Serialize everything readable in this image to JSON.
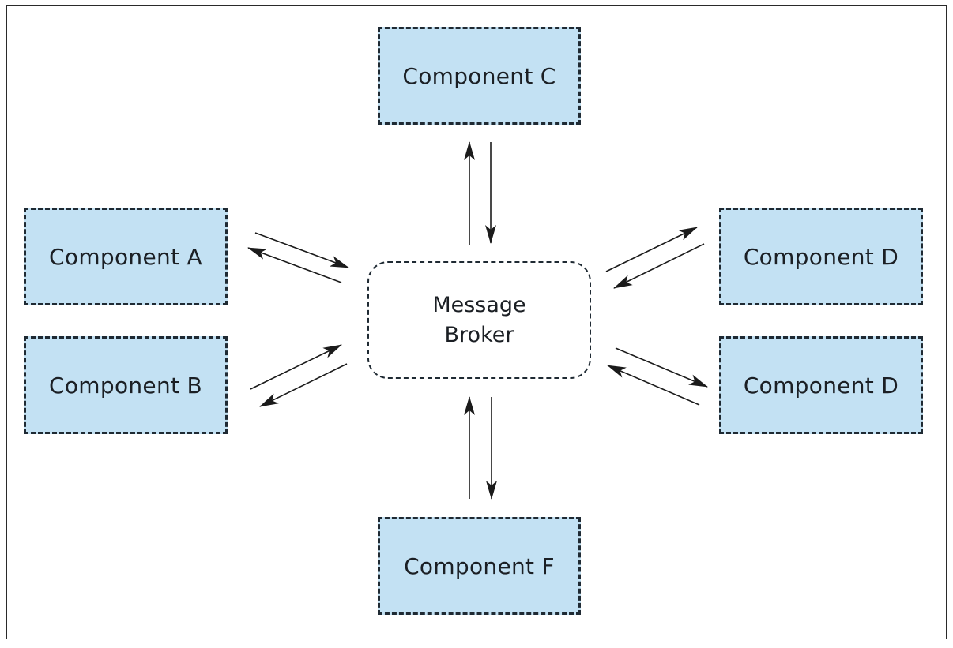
{
  "diagram": {
    "broker": {
      "line1": "Message",
      "line2": "Broker"
    },
    "components": {
      "c": "Component C",
      "a": "Component A",
      "b": "Component B",
      "d_top": "Component D",
      "d_bottom": "Component D",
      "f": "Component F"
    }
  },
  "colors": {
    "component_fill": "#c3e1f3",
    "border": "#1f2a33",
    "arrow": "#1b1b1b"
  }
}
